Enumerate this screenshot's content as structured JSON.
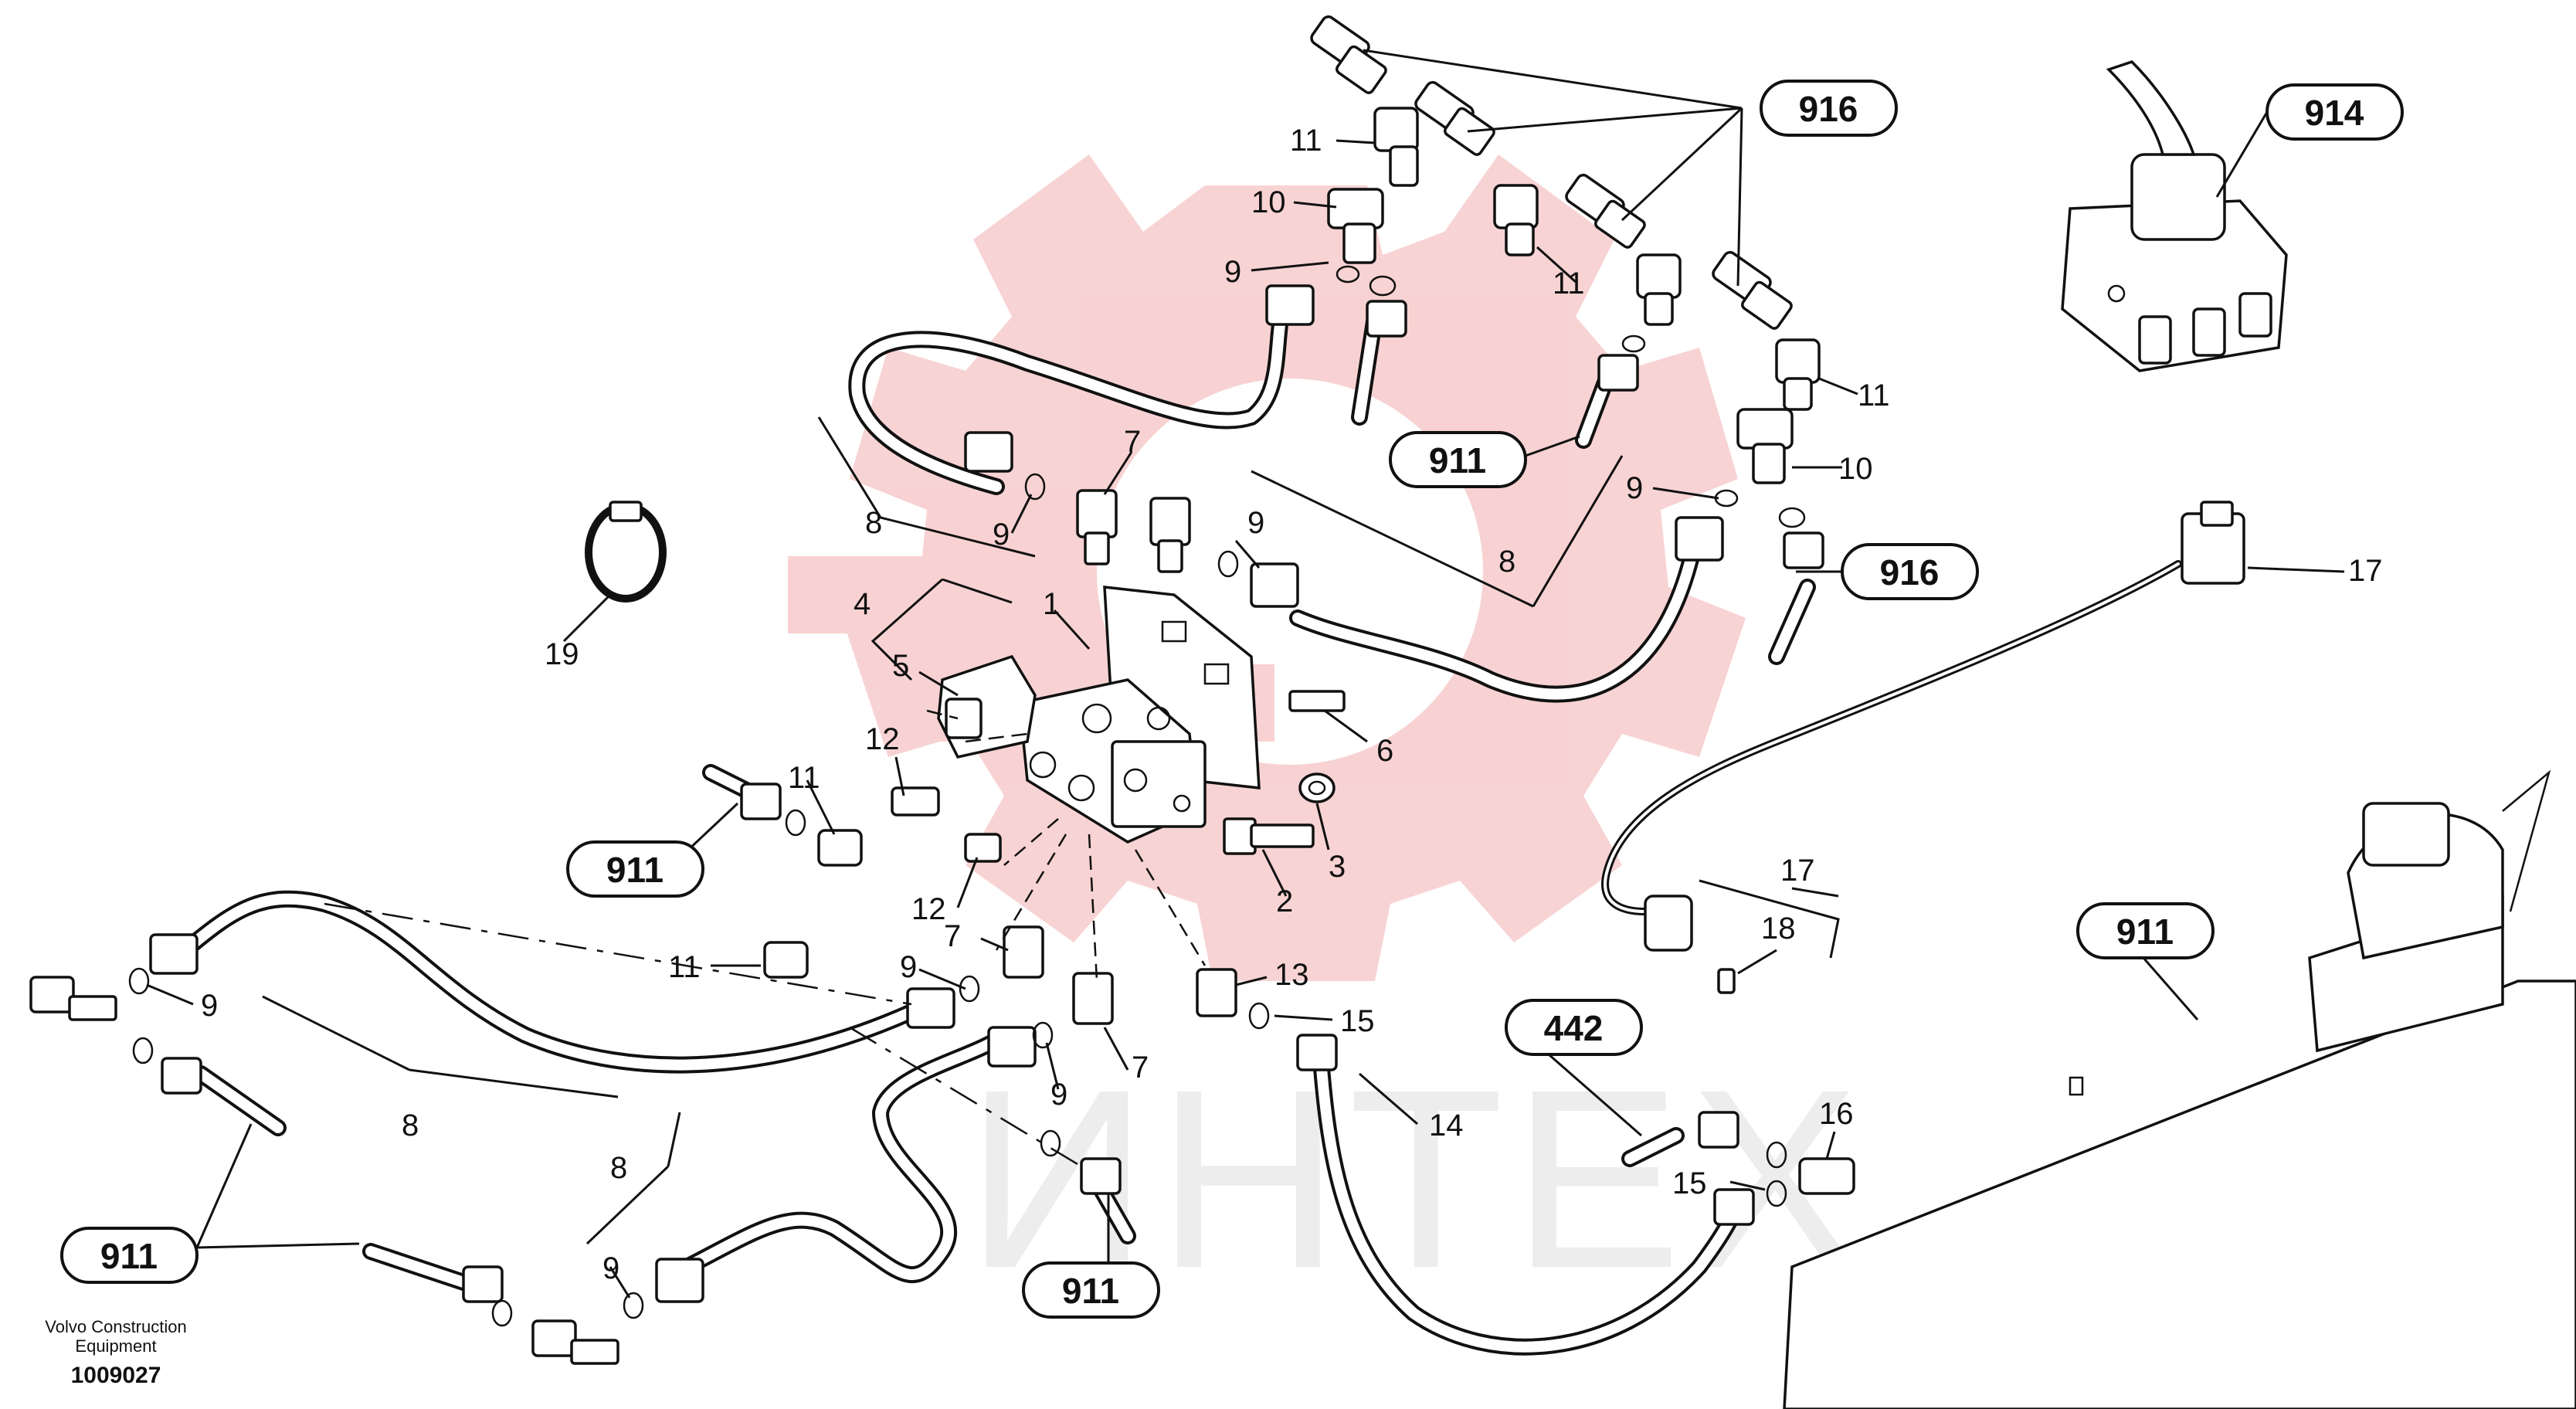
{
  "watermark": {
    "text": "ИНТЕХ",
    "color": "#f2b8b8"
  },
  "corner": {
    "company_line1": "Volvo Construction",
    "company_line2": "Equipment",
    "drawing_number": "1009027"
  },
  "callouts": [
    {
      "id": "c916a",
      "text": "916"
    },
    {
      "id": "c914",
      "text": "914"
    },
    {
      "id": "c911a",
      "text": "911"
    },
    {
      "id": "c916b",
      "text": "916"
    },
    {
      "id": "c911b",
      "text": "911"
    },
    {
      "id": "c911c",
      "text": "911"
    },
    {
      "id": "c911d",
      "text": "911"
    },
    {
      "id": "c911e",
      "text": "911"
    },
    {
      "id": "c442",
      "text": "442"
    }
  ],
  "labels": [
    {
      "id": "l1",
      "text": "1"
    },
    {
      "id": "l2",
      "text": "2"
    },
    {
      "id": "l3",
      "text": "3"
    },
    {
      "id": "l4",
      "text": "4"
    },
    {
      "id": "l5",
      "text": "5"
    },
    {
      "id": "l6",
      "text": "6"
    },
    {
      "id": "l7a",
      "text": "7"
    },
    {
      "id": "l7b",
      "text": "7"
    },
    {
      "id": "l7c",
      "text": "7"
    },
    {
      "id": "l8a",
      "text": "8"
    },
    {
      "id": "l8b",
      "text": "8"
    },
    {
      "id": "l8c",
      "text": "8"
    },
    {
      "id": "l8d",
      "text": "8"
    },
    {
      "id": "l9a",
      "text": "9"
    },
    {
      "id": "l9b",
      "text": "9"
    },
    {
      "id": "l9c",
      "text": "9"
    },
    {
      "id": "l9d",
      "text": "9"
    },
    {
      "id": "l9e",
      "text": "9"
    },
    {
      "id": "l9f",
      "text": "9"
    },
    {
      "id": "l9g",
      "text": "9"
    },
    {
      "id": "l9h",
      "text": "9"
    },
    {
      "id": "l10a",
      "text": "10"
    },
    {
      "id": "l10b",
      "text": "10"
    },
    {
      "id": "l11a",
      "text": "11"
    },
    {
      "id": "l11b",
      "text": "11"
    },
    {
      "id": "l11c",
      "text": "11"
    },
    {
      "id": "l11d",
      "text": "11"
    },
    {
      "id": "l11e",
      "text": "11"
    },
    {
      "id": "l12a",
      "text": "12"
    },
    {
      "id": "l12b",
      "text": "12"
    },
    {
      "id": "l13",
      "text": "13"
    },
    {
      "id": "l14",
      "text": "14"
    },
    {
      "id": "l15a",
      "text": "15"
    },
    {
      "id": "l15b",
      "text": "15"
    },
    {
      "id": "l16",
      "text": "16"
    },
    {
      "id": "l17a",
      "text": "17"
    },
    {
      "id": "l17b",
      "text": "17"
    },
    {
      "id": "l18",
      "text": "18"
    },
    {
      "id": "l19",
      "text": "19"
    }
  ]
}
